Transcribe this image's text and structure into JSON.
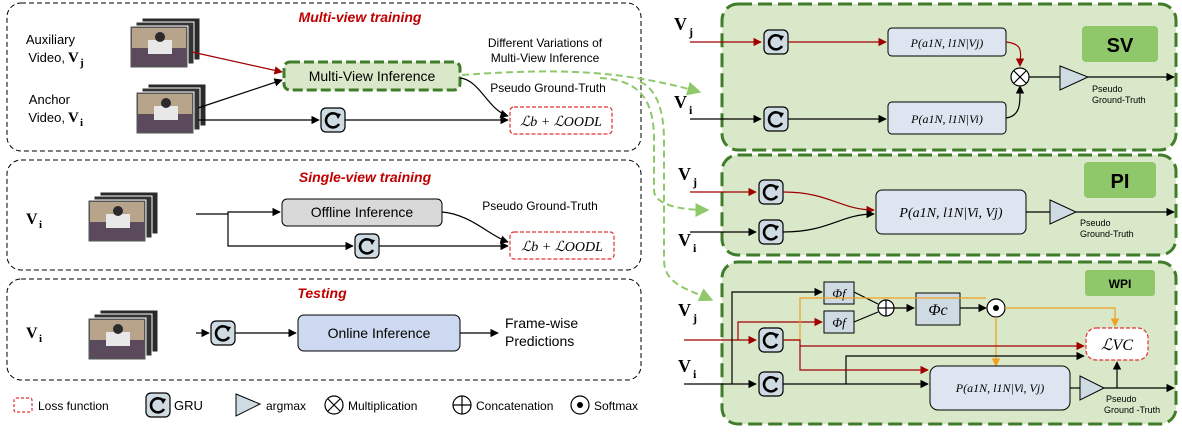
{
  "colors": {
    "green_fill": "#d9e8c8",
    "green_border": "#3f7d2a",
    "title_red": "#c00000",
    "red_arrow": "#a00000",
    "orange_arrow": "#f0a020",
    "gru_fill": "#cfdbe3",
    "online_fill": "#cdd9f0",
    "offline_fill": "#d9d9d9",
    "badge_fill": "#8fc86a"
  },
  "multiview": {
    "title": "Multi-view training",
    "aux_label_1": "Auxiliary",
    "aux_label_2": "Video,",
    "aux_var": "V",
    "aux_sub": "j",
    "anchor_label_1": "Anchor",
    "anchor_label_2": "Video,",
    "anchor_var": "V",
    "anchor_sub": "i",
    "inference_label": "Multi-View Inference",
    "variations_line1": "Different Variations of",
    "variations_line2": "Multi-View Inference",
    "pseudo_gt": "Pseudo Ground-Truth",
    "loss": "ℒb + ℒOODL"
  },
  "singleview": {
    "title": "Single-view training",
    "var": "V",
    "sub": "i",
    "inference_label": "Offline Inference",
    "pseudo_gt": "Pseudo Ground-Truth",
    "loss": "ℒb + ℒOODL"
  },
  "testing": {
    "title": "Testing",
    "var": "V",
    "sub": "i",
    "inference_label": "Online Inference",
    "output_line1": "Frame-wise",
    "output_line2": "Predictions"
  },
  "legend": {
    "loss_label": "Loss function",
    "gru_label": "GRU",
    "argmax_label": "argmax",
    "mult_label": "Multiplication",
    "concat_label": "Concatenation",
    "softmax_label": "Softmax"
  },
  "sv_panel": {
    "badge": "SV",
    "input_j_var": "V",
    "input_j_sub": "j",
    "input_i_var": "V",
    "input_i_sub": "i",
    "prob_j": "P(a1N, l1N|Vj)",
    "prob_i": "P(a1N, l1N|Vi)",
    "out_line1": "Pseudo",
    "out_line2": "Ground-Truth"
  },
  "pi_panel": {
    "badge": "PI",
    "input_j_var": "V",
    "input_j_sub": "j",
    "input_i_var": "V",
    "input_i_sub": "i",
    "prob": "P(a1N, l1N|Vi, Vj)",
    "out_line1": "Pseudo",
    "out_line2": "Ground-Truth"
  },
  "wpi_panel": {
    "badge": "WPI",
    "input_j_var": "V",
    "input_j_sub": "j",
    "input_i_var": "V",
    "input_i_sub": "i",
    "phi_f": "Φf",
    "phi_c": "Φc",
    "loss_vc": "ℒVC",
    "prob": "P(a1N, l1N|Vi, Vj)",
    "out_line1": "Pseudo",
    "out_line2": "Ground -Truth"
  }
}
